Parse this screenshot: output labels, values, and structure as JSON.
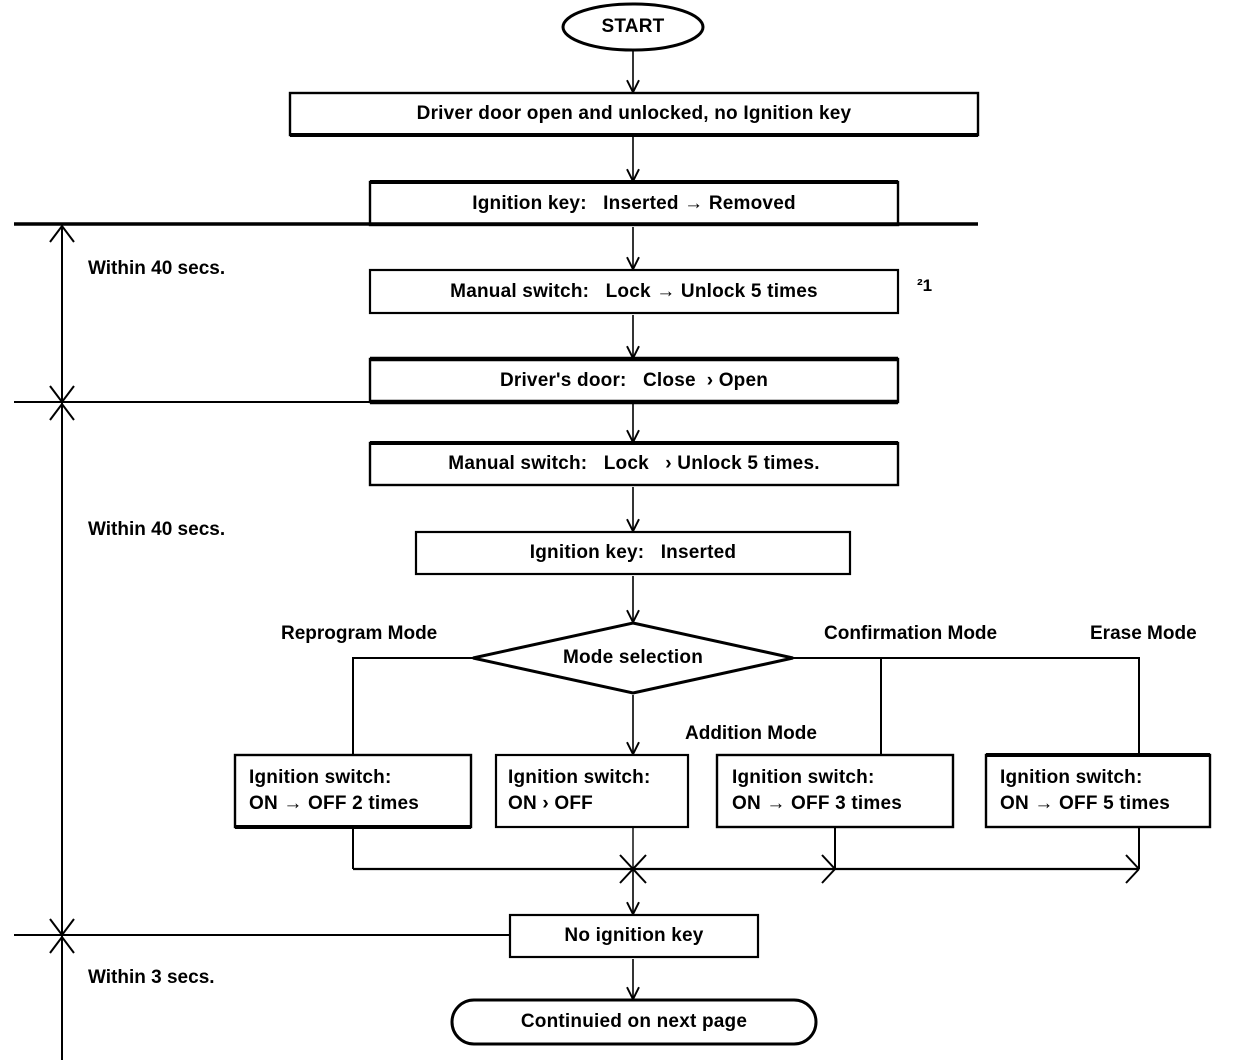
{
  "diagram": {
    "title": "Keyless entry registration procedure flowchart",
    "type": "flowchart",
    "stroke_color": "#000000",
    "background_color": "#ffffff"
  },
  "nodes": {
    "start": {
      "label": "START",
      "shape": "ellipse"
    },
    "step1": {
      "label": "Driver door open and unlocked, no Ignition key",
      "shape": "rect"
    },
    "step2": {
      "label": "Ignition key:   Inserted → Removed",
      "shape": "rect"
    },
    "step3": {
      "label": "Manual switch:   Lock → Unlock 5 times",
      "shape": "rect"
    },
    "step4": {
      "label": "Driver's door:   Close  › Open",
      "shape": "rect"
    },
    "step5": {
      "label": "Manual switch:   Lock   › Unlock 5 times.",
      "shape": "rect"
    },
    "step6": {
      "label": "Ignition key:   Inserted",
      "shape": "rect"
    },
    "decision": {
      "label": "Mode selection",
      "shape": "diamond"
    },
    "mode_reprogram": {
      "line1": "Ignition switch:",
      "line2": "ON → OFF 2 times",
      "shape": "rect"
    },
    "mode_addition": {
      "line1": "Ignition switch:",
      "line2": "ON   › OFF",
      "shape": "rect"
    },
    "mode_confirmation": {
      "line1": "Ignition switch:",
      "line2": "ON → OFF 3 times",
      "shape": "rect"
    },
    "mode_erase": {
      "line1": "Ignition switch:",
      "line2": "ON → OFF 5 times",
      "shape": "rect"
    },
    "no_key": {
      "label": "No ignition key",
      "shape": "rect"
    },
    "continued": {
      "label": "Continuied on next page",
      "shape": "stadium"
    }
  },
  "branch_labels": {
    "reprogram": "Reprogram Mode",
    "confirmation": "Confirmation Mode",
    "erase": "Erase Mode",
    "addition": "Addition Mode"
  },
  "timing_labels": {
    "within_40_a": "Within 40 secs.",
    "within_40_b": "Within 40 secs.",
    "within_3": "Within 3 secs."
  },
  "footnotes": {
    "marker_1": "²1"
  }
}
